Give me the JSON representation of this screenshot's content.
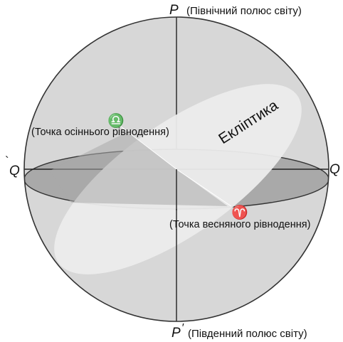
{
  "colors": {
    "sphere": "#d7d7d7",
    "equator_plane": "#a9a9a9",
    "ecliptic_plane": "#ececec",
    "outline": "#333333",
    "axis": "#222222"
  },
  "labels": {
    "north_pole_letter": "P",
    "north_pole_name": "(Північний полюс світу)",
    "south_pole_letter": "P",
    "south_pole_prime": "′",
    "south_pole_name": "(Південний полюс світу)",
    "equator_left": "Q",
    "equator_left_mark": "`",
    "equator_right": "Q",
    "ecliptic": "Екліптика",
    "autumn_point_symbol": "♎",
    "autumn_point_name": "(Точка осіннього рівнодення)",
    "spring_point_symbol": "♈",
    "spring_point_name": "(Точка весняного рівнодення)"
  }
}
